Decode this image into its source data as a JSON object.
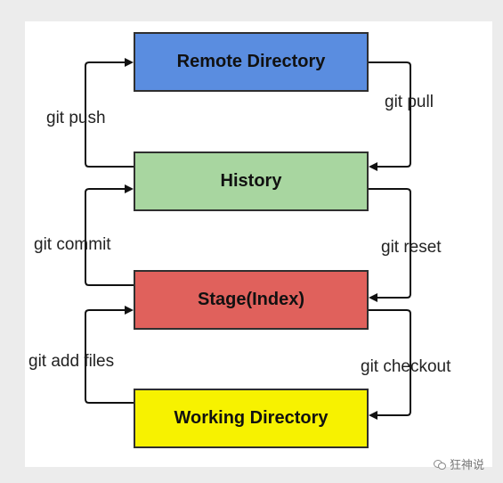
{
  "nodes": {
    "remote": {
      "label": "Remote Directory",
      "color": "#5a8de0"
    },
    "history": {
      "label": "History",
      "color": "#a8d6a0"
    },
    "stage": {
      "label": "Stage(Index)",
      "color": "#e0615c"
    },
    "working": {
      "label": "Working Directory",
      "color": "#f7f200"
    }
  },
  "edges": {
    "git_push": "git push",
    "git_pull": "git pull",
    "git_commit": "git commit",
    "git_reset": "git reset",
    "git_add": "git add files",
    "git_checkout": "git checkout"
  },
  "watermark": {
    "text": "狂神说",
    "icon": "wechat-icon"
  }
}
